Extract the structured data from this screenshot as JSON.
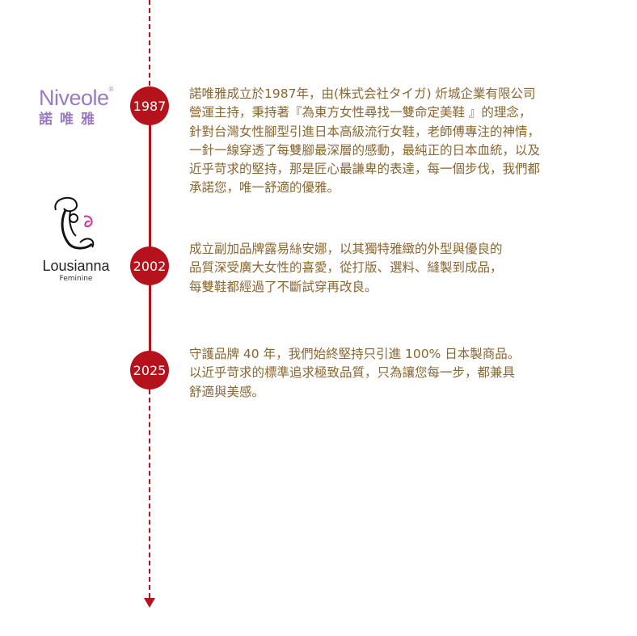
{
  "timeline": [
    {
      "year": "1987",
      "logo": {
        "brand": "Niveole",
        "registered": "®",
        "chinese": "諾唯雅"
      },
      "text": "諾唯雅成立於1987年，由(株式会社タイガ) 炘城企業有限公司\n營運主持，秉持著『為東方女性尋找一雙命定美鞋 』的理念，\n針對台灣女性腳型引進日本高級流行女鞋，老師傅專注的神情，\n一針一線穿透了每雙腳最深層的感動，最純正的日本血統，以及\n近乎苛求的堅持，那是匠心最謙卑的表達，每一個步伐，我們都\n承諾您，唯一舒適的優雅。"
    },
    {
      "year": "2002",
      "logo": {
        "brand": "Lousianna",
        "sub": "Feminine"
      },
      "text": "成立副加品牌露易絲安娜，以其獨特雅緻的外型與優良的\n品質深受廣大女性的喜愛，從打版、選料、縫製到成品，\n每雙鞋都經過了不斷試穿再改良。"
    },
    {
      "year": "2025",
      "text": "守護品牌 40 年，我們始終堅持只引進 100% 日本製商品。\n以近乎苛求的標準追求極致品質，只為讓您每一步，都兼具\n舒適與美感。"
    }
  ],
  "colors": {
    "accent": "#b5121b",
    "text": "#8a6630",
    "niveole": "#9a7bc2"
  }
}
